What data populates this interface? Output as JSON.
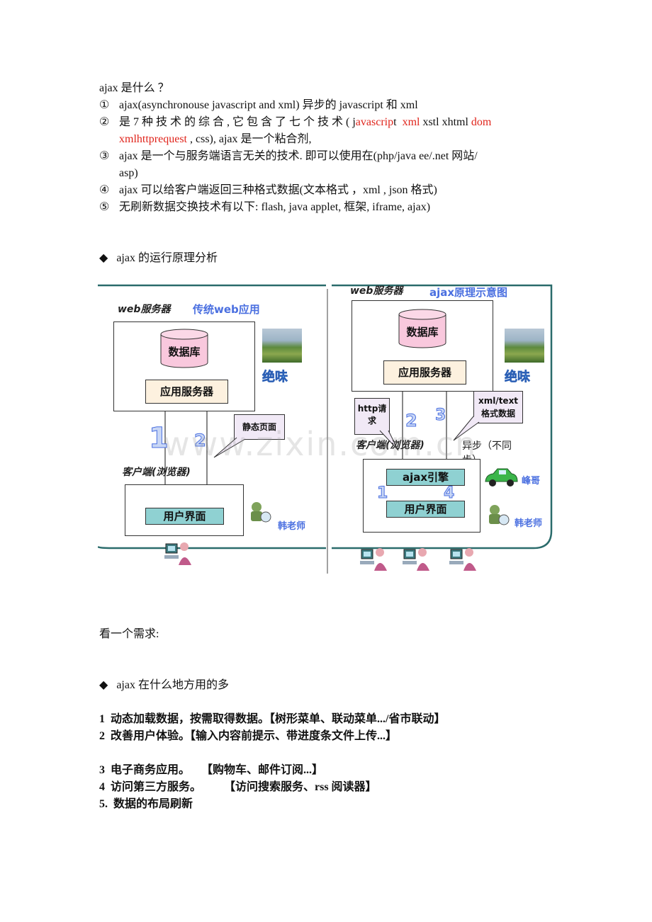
{
  "intro": {
    "heading": "ajax 是什么  ？",
    "items": [
      {
        "num": "①",
        "text": "ajax(asynchronouse javascript and xml)  异步的 javascript  和  xml"
      },
      {
        "num": "②",
        "part1": "是 7 种 技 术 的 综 合 , 它 包 含 了 七 个 技 术 (  ",
        "j": "j",
        "red1": "avascrip",
        "t": "t",
        "red2": "xml",
        "mid": " xstl  xhtml ",
        "red3": "dom",
        "line2_red": "xmlhttprequest",
        "line2_rest": " , css),    ajax    是一个粘合剂,"
      },
      {
        "num": "③",
        "text1": "ajax 是一个与服务端语言无关的技术. 即可以使用在(php/java ee/.net 网站/",
        "text2": "asp)"
      },
      {
        "num": "④",
        "text": "ajax 可以给客户端返回三种格式数据(文本格式  ，xml , json 格式)"
      },
      {
        "num": "⑤",
        "text": "无刷新数据交换技术有以下: flash, java applet,  框架, iframe,    ajax)"
      }
    ]
  },
  "section1": {
    "bullet": "◆",
    "title": "ajax  的运行原理分析"
  },
  "diagram": {
    "left": {
      "server_label": "web服务器",
      "title": "传统web应用",
      "db": "数据库",
      "app_server": "应用服务器",
      "callout": "静态页面",
      "num1": "1",
      "num2": "2",
      "client_label": "客户端(浏览器)",
      "ui": "用户界面",
      "brand": "绝味",
      "teacher": "韩老师"
    },
    "right": {
      "server_label": "web服务器",
      "title": "ajax原理示意图",
      "db": "数据库",
      "app_server": "应用服务器",
      "callout_http": "http请求",
      "callout_xml1": "xml/text",
      "callout_xml2": "格式数据",
      "num1": "1",
      "num2": "2",
      "num3": "3",
      "num4": "4",
      "client_label": "客户端(浏览器)",
      "async1": "异步（不同",
      "async2": "步）",
      "engine": "ajax引擎",
      "ui": "用户界面",
      "brand": "绝味",
      "fengge": "峰哥",
      "teacher": "韩老师"
    },
    "watermark": "www.zixin.com.cn"
  },
  "need": "看一个需求:",
  "section2": {
    "bullet": "◆",
    "title": "ajax 在什么地方用的多"
  },
  "uses": [
    {
      "num": "1",
      "text": "动态加载数据，按需取得数据。【树形菜单、联动菜单.../省市联动】"
    },
    {
      "num": "2",
      "text": "改善用户体验。【输入内容前提示、带进度条文件上传...】"
    },
    {
      "num": "3",
      "text": "电子商务应用。    【购物车、邮件订阅...】"
    },
    {
      "num": "4",
      "text": "访问第三方服务。        【访问搜索服务、rss 阅读器】"
    },
    {
      "num": "5.",
      "text": "数据的布局刷新"
    }
  ],
  "colors": {
    "red": "#e0241b",
    "blue": "#4a6fe0",
    "teal": "#2a6b6b",
    "cyan": "#8fd1d2"
  }
}
